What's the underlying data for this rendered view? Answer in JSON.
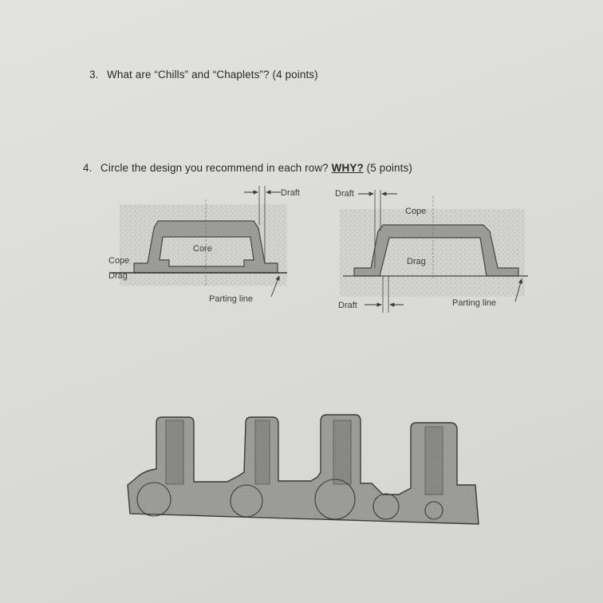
{
  "questions": {
    "q3": {
      "number": "3.",
      "text": "What are “Chills” and “Chaplets”? (4 points)"
    },
    "q4": {
      "number": "4.",
      "text_before": "Circle the design you recommend in each row? ",
      "why": "WHY?",
      "text_after": " (5 points)"
    }
  },
  "figure_left": {
    "draft": "Draft",
    "core": "Core",
    "cope": "Cope",
    "drag": "Drag",
    "parting_line": "Parting line"
  },
  "figure_right": {
    "draft_top": "Draft",
    "cope": "Cope",
    "drag": "Drag",
    "draft_bottom": "Draft",
    "parting_line": "Parting line"
  }
}
